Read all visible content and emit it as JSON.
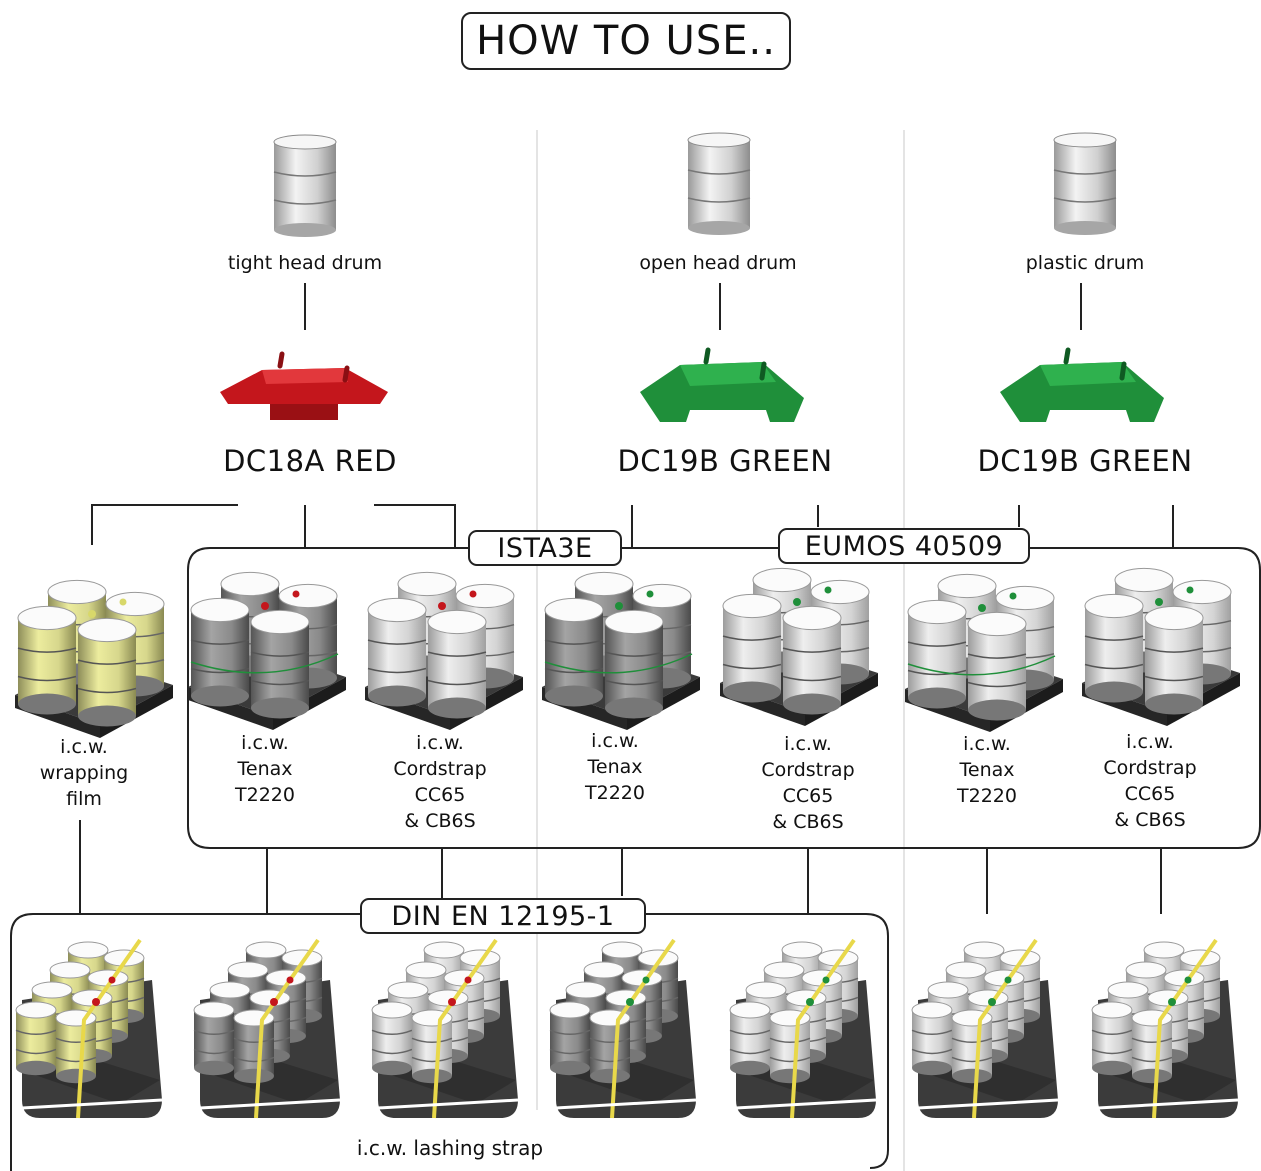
{
  "title": "HOW TO USE..",
  "columns": [
    {
      "drum": "tight head drum",
      "clip": "DC18A RED",
      "clip_color": "#c4161c"
    },
    {
      "drum": "open head drum",
      "clip": "DC19B GREEN",
      "clip_color": "#1f8f3a"
    },
    {
      "drum": "plastic drum",
      "clip": "DC19B GREEN",
      "clip_color": "#1f8f3a"
    }
  ],
  "standards": {
    "ista": "ISTA3E",
    "eumos": "EUMOS 40509",
    "din": "DIN EN 12195-1"
  },
  "combos": {
    "wrapping": "i.c.w.\nwrapping\nfilm",
    "tenax_1": "i.c.w.\nTenax\nT2220",
    "cordstrap_1": "i.c.w.\nCordstrap\nCC65\n& CB6S",
    "tenax_2": "i.c.w.\nTenax\nT2220",
    "cordstrap_2": "i.c.w.\nCordstrap\nCC65\n& CB6S",
    "tenax_3": "i.c.w.\nTenax\nT2220",
    "cordstrap_3": "i.c.w.\nCordstrap\nCC65\n& CB6S"
  },
  "lashing_label": "i.c.w. lashing strap",
  "colors": {
    "red_clip": "#c4161c",
    "green_clip": "#1f8f3a",
    "wrap_film": "#e4e49a",
    "dark_drum": "#8a8a8a",
    "light_drum": "#d8d8d8",
    "lashing_strap": "#e8d84a"
  }
}
